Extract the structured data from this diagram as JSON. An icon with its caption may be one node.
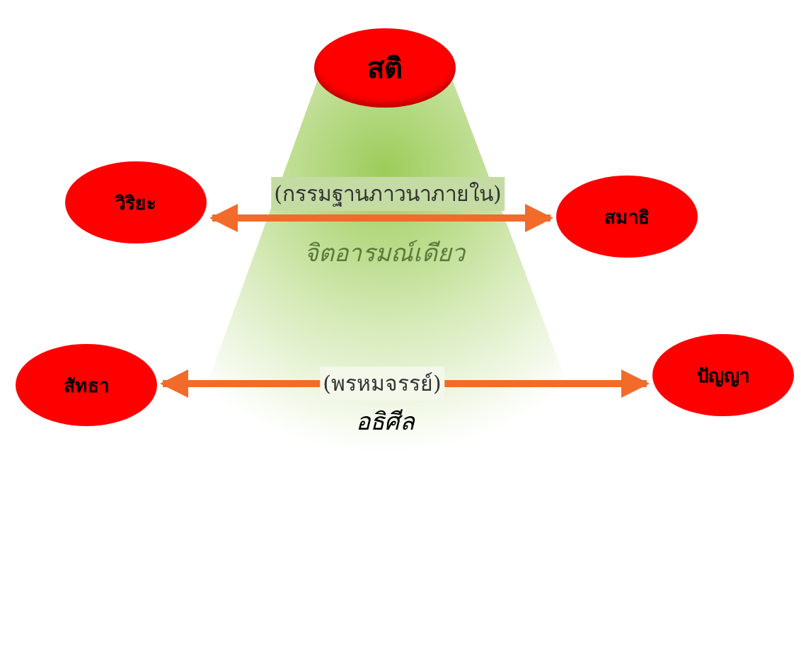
{
  "diagram": {
    "nodes": [
      {
        "text": [
          "สติ"
        ]
      },
      {
        "text": [
          "วิริยะ"
        ]
      },
      {
        "text": [
          "สมาธิ"
        ]
      },
      {
        "text": [
          "สัทธา"
        ]
      },
      {
        "text": [
          "ปัญญา"
        ]
      }
    ],
    "edges": [
      {
        "from": 1,
        "to": 2,
        "arrow": "both",
        "label": "(กรรมฐานภาวนาภายใน)"
      },
      {
        "from": 3,
        "to": 4,
        "arrow": "both",
        "label": "(พรหมจรรย์)"
      }
    ],
    "labels": [
      "จิตอารมณ์เดียว",
      "อธิศีล"
    ]
  }
}
